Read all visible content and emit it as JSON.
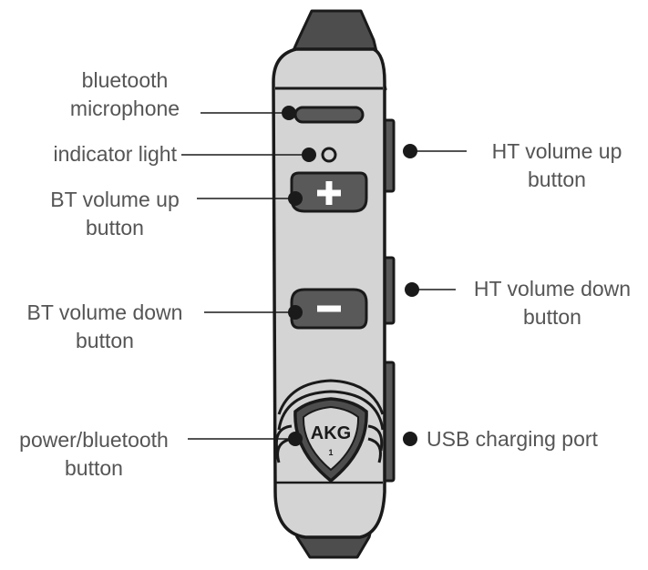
{
  "labels": {
    "bluetooth_microphone": [
      "bluetooth",
      "microphone"
    ],
    "indicator_light": [
      "indicator light"
    ],
    "bt_volume_up": [
      "BT volume up",
      "button"
    ],
    "bt_volume_down": [
      "BT volume down",
      "button"
    ],
    "power_bluetooth": [
      "power/bluetooth",
      "button"
    ],
    "ht_volume_up": [
      "HT volume up",
      "button"
    ],
    "ht_volume_down": [
      "HT volume down",
      "button"
    ],
    "usb_charging_port": [
      "USB charging port"
    ]
  },
  "device": {
    "logo_text": "AKG",
    "logo_number": "1",
    "plus_symbol": "+",
    "minus_symbol": "−"
  },
  "colors": {
    "body_fill": "#d4d4d4",
    "cap_fill": "#4d4d4d",
    "button_fill": "#595959",
    "outline": "#1a1a1a",
    "label_text": "#555555",
    "leader_line": "#1a1a1a"
  }
}
